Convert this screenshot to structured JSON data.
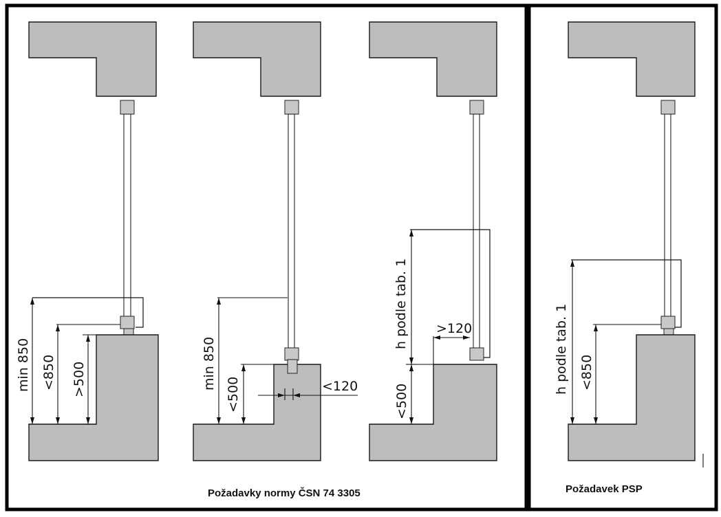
{
  "captions": {
    "norm": "Požadavky normy ČSN 74 3305",
    "psp": "Požadavek PSP"
  },
  "labels": {
    "d1_min850": "min 850",
    "d1_lt850": "<850",
    "d1_gt500": ">500",
    "d2_min850": "min 850",
    "d2_lt500": "<500",
    "d2_lt120": "<120",
    "d3_h": "h podle tab. 1",
    "d3_gt120": ">120",
    "d3_lt500": "<500",
    "d4_h": "h podle tab. 1",
    "d4_lt850": "<850"
  },
  "colors": {
    "wall": "#bdbdbd",
    "line": "#111111"
  }
}
